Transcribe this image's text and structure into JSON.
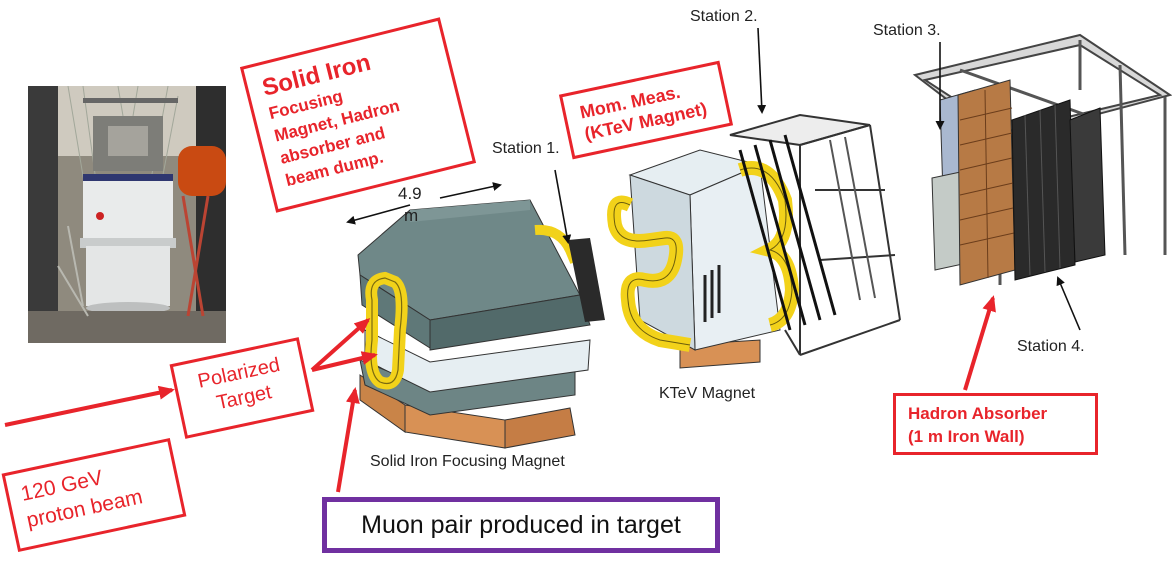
{
  "annotations": {
    "solid_iron_title": "Solid Iron",
    "solid_iron_lines": [
      "Focusing",
      "Magnet, Hadron",
      "absorber and",
      "beam dump."
    ],
    "mom_meas_lines": [
      "Mom. Meas.",
      "(KTeV Magnet)"
    ],
    "polarized_target_lines": [
      "Polarized",
      "Target"
    ],
    "beam_lines": [
      "120 GeV",
      "proton beam"
    ],
    "muon_pair": "Muon pair produced in target",
    "hadron_absorber_lines": [
      "Hadron Absorber",
      "(1 m Iron Wall)"
    ]
  },
  "labels": {
    "station1": "Station 1.",
    "station2": "Station 2.",
    "station3": "Station 3.",
    "station4": "Station 4.",
    "length_value": "4.9",
    "length_unit": "m",
    "ktev_magnet": "KTeV Magnet",
    "solid_iron_magnet": "Solid Iron Focusing Magnet"
  },
  "colors": {
    "annotation_red": "#e8242b",
    "muon_box_purple": "#7030a0",
    "magnet_yellow": "#f2d21a",
    "iron_slate": "#6d8585",
    "copper_base": "#d89155"
  }
}
